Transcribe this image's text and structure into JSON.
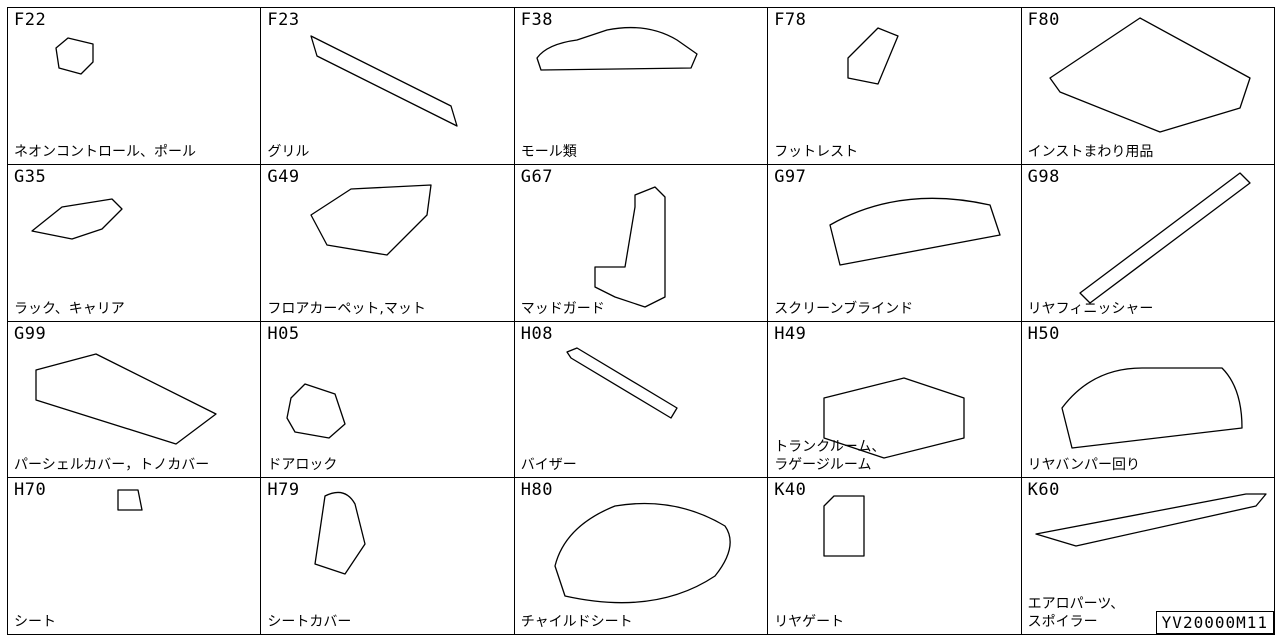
{
  "catalog_id": "YV20000M11",
  "cells": [
    {
      "code": "F22",
      "label": "ネオンコントロール、ポール",
      "icon": "neon-control-pole"
    },
    {
      "code": "F23",
      "label": "グリル",
      "icon": "grille"
    },
    {
      "code": "F38",
      "label": "モール類",
      "icon": "moulding"
    },
    {
      "code": "F78",
      "label": "フットレスト",
      "icon": "footrest"
    },
    {
      "code": "F80",
      "label": "インストまわり用品",
      "icon": "instrument-trim"
    },
    {
      "code": "G35",
      "label": "ラック、キャリア",
      "icon": "rack-carrier"
    },
    {
      "code": "G49",
      "label": "フロアカーペット,マット",
      "icon": "floor-mat"
    },
    {
      "code": "G67",
      "label": "マッドガード",
      "icon": "mud-guard"
    },
    {
      "code": "G97",
      "label": "スクリーンブラインド",
      "icon": "screen-blind"
    },
    {
      "code": "G98",
      "label": "リヤフィニッシャー",
      "icon": "rear-finisher"
    },
    {
      "code": "G99",
      "label": "パーシェルカバー，トノカバー",
      "icon": "parcel-shelf-cover"
    },
    {
      "code": "H05",
      "label": "ドアロック",
      "icon": "door-lock"
    },
    {
      "code": "H08",
      "label": "バイザー",
      "icon": "visor"
    },
    {
      "code": "H49",
      "label": "トランクルーム、\nラゲージルーム",
      "icon": "trunk-room"
    },
    {
      "code": "H50",
      "label": "リヤバンパー回り",
      "icon": "rear-bumper"
    },
    {
      "code": "H70",
      "label": "シート",
      "icon": "seat"
    },
    {
      "code": "H79",
      "label": "シートカバー",
      "icon": "seat-cover"
    },
    {
      "code": "H80",
      "label": "チャイルドシート",
      "icon": "child-seat"
    },
    {
      "code": "K40",
      "label": "リヤゲート",
      "icon": "rear-gate"
    },
    {
      "code": "K60",
      "label": "エアロパーツ、\nスポイラー",
      "icon": "aero-spoiler"
    }
  ]
}
